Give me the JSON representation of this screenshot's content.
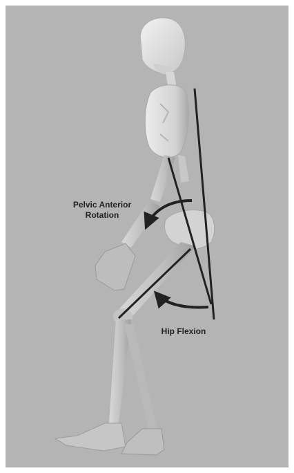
{
  "labels": {
    "pelvic_line1": "Pelvic Anterior",
    "pelvic_line2": "Rotation",
    "hip_flexion": "Hip Flexion"
  },
  "colors": {
    "frame_border": "#ffffff",
    "background": "#b4b4b4",
    "bone_light": "#e6e6e6",
    "bone_mid": "#c9c9c9",
    "bone_dark": "#9e9e9e",
    "lines": "#222222"
  }
}
